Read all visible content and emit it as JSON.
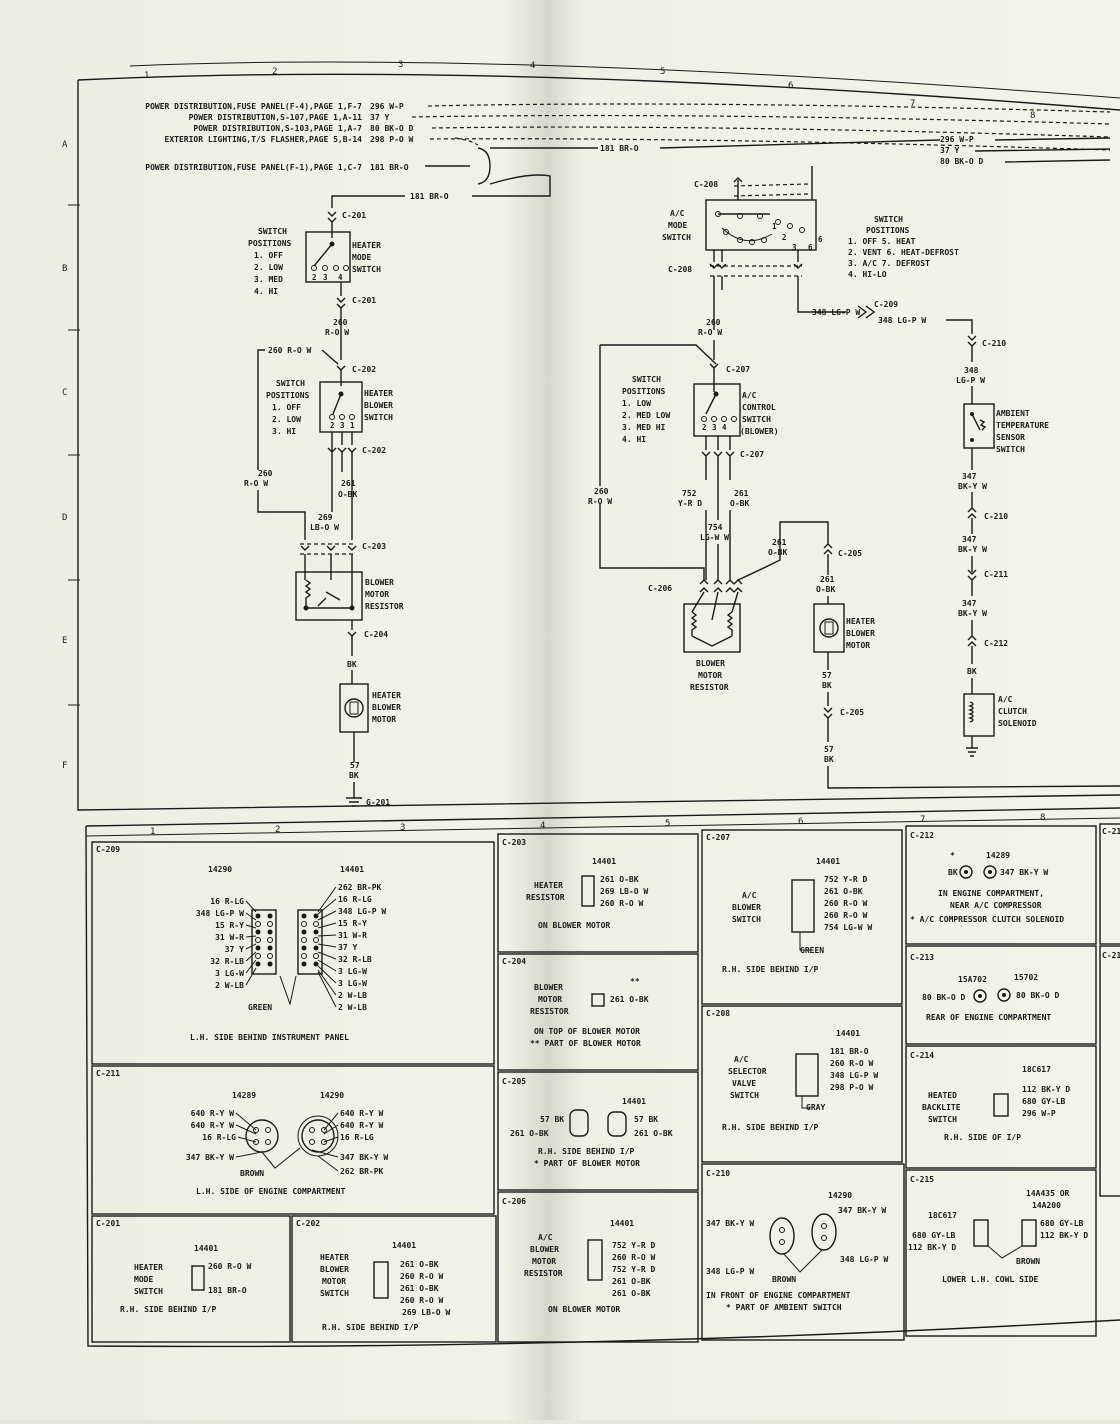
{
  "zone_numbers_top": [
    "1",
    "2",
    "3",
    "4",
    "5",
    "6",
    "7",
    "8"
  ],
  "zone_numbers_bottom": [
    "1",
    "2",
    "3",
    "4",
    "5",
    "6",
    "7",
    "8"
  ],
  "zone_letters": [
    "A",
    "B",
    "C",
    "D",
    "E",
    "F"
  ],
  "feeds": [
    {
      "label": "POWER DISTRIBUTION,FUSE PANEL(F-4),PAGE 1,F-7",
      "wire": "296 W-P"
    },
    {
      "label": "POWER DISTRIBUTION,S-107,PAGE 1,A-11",
      "wire": "37 Y"
    },
    {
      "label": "POWER DISTRIBUTION,S-103,PAGE 1,A-7",
      "wire": "80 BK-O D"
    },
    {
      "label": "EXTERIOR LIGHTING,T/S FLASHER,PAGE 5,B-14",
      "wire": "298 P-O W"
    },
    {
      "label": "POWER DISTRIBUTION,FUSE PANEL(F-1),PAGE 1,C-7",
      "wire": "181 BR-O"
    }
  ],
  "right_feeds": [
    "296 W-P",
    "37 Y",
    "80 BK-O D"
  ],
  "wires": {
    "w181a": "181 BR-O",
    "w181b": "181 BR-O",
    "w260_num": "260",
    "w260_col": "R-O W",
    "w260_side": "260 R-O W",
    "w260_left_num": "260",
    "w260_left_col": "R-O W",
    "w261_num": "261",
    "w261_col": "O-BK",
    "w269_num": "269",
    "w269_col": "LB-O W",
    "bk": "BK",
    "w57_num": "57",
    "w57_col": "BK",
    "m260_num": "260",
    "m260_col": "R-O W",
    "m260_left_num": "260",
    "m260_left_col": "R-O W",
    "m752_num": "752",
    "m752_col": "Y-R D",
    "m261_num": "261",
    "m261_col": "O-BK",
    "m754_num": "754",
    "m754_col": "LG-W W",
    "m261b_num": "261",
    "m261b_col": "O-BK",
    "m261c_num": "261",
    "m261c_col": "O-BK",
    "m57_num": "57",
    "m57_col": "BK",
    "m57b_num": "57",
    "m57b_col": "BK",
    "w348a": "348 LG-P W",
    "w348b": "348 LG-P W",
    "r348_num": "348",
    "r348_col": "LG-P W",
    "r347a_num": "347",
    "r347a_col": "BK-Y W",
    "r347b_num": "347",
    "r347b_col": "BK-Y W",
    "r347c_num": "347",
    "r347c_col": "BK-Y W",
    "r_bk": "BK"
  },
  "connectors": {
    "c201a": "C-201",
    "c201b": "C-201",
    "c202a": "C-202",
    "c202b": "C-202",
    "c203": "C-203",
    "c204": "C-204",
    "g201": "G-201",
    "c208a": "C-208",
    "c208b": "C-208",
    "c207a": "C-207",
    "c207b": "C-207",
    "c206": "C-206",
    "c205a": "C-205",
    "c205b": "C-205",
    "c209": "C-209",
    "c210a": "C-210",
    "c210b": "C-210",
    "c211": "C-211",
    "c212": "C-212"
  },
  "components": {
    "heater_mode_switch": [
      "HEATER",
      "MODE",
      "SWITCH"
    ],
    "heater_blower_switch": [
      "HEATER",
      "BLOWER",
      "SWITCH"
    ],
    "blower_motor_resistor_left": [
      "BLOWER",
      "MOTOR",
      "RESISTOR"
    ],
    "heater_blower_motor_left": [
      "HEATER",
      "BLOWER",
      "MOTOR"
    ],
    "ac_mode_switch": [
      "A/C",
      "MODE",
      "SWITCH"
    ],
    "ac_control_switch": [
      "A/C",
      "CONTROL",
      "SWITCH",
      "(BLOWER)"
    ],
    "blower_motor_resistor_mid": [
      "BLOWER",
      "MOTOR",
      "RESISTOR"
    ],
    "heater_blower_motor_mid": [
      "HEATER",
      "BLOWER",
      "MOTOR"
    ],
    "ambient_switch": [
      "AMBIENT",
      "TEMPERATURE",
      "SENSOR",
      "SWITCH"
    ],
    "ac_clutch": [
      "A/C",
      "CLUTCH",
      "SOLENOID"
    ]
  },
  "positions": {
    "heater_mode": [
      "SWITCH",
      "POSITIONS",
      "1. OFF",
      "2. LOW",
      "3. MED",
      "4. HI"
    ],
    "heater_blower": [
      "SWITCH",
      "POSITIONS",
      "1. OFF",
      "2. LOW",
      "3. HI"
    ],
    "ac_mode": [
      "SWITCH",
      "POSITIONS",
      "1. OFF   5. HEAT",
      "2. VENT  6. HEAT-DEFROST",
      "3. A/C   7. DEFROST",
      "4. HI-LO"
    ],
    "ac_control": [
      "SWITCH",
      "POSITIONS",
      "1. LOW",
      "2. MED LOW",
      "3. MED HI",
      "4. HI"
    ]
  },
  "panels": {
    "c209": {
      "title": "C-209",
      "left_part": "14290",
      "right_part": "14401",
      "left_wires": [
        "16 R-LG",
        "348 LG-P W",
        "15 R-Y",
        "31 W-R",
        "37 Y",
        "32 R-LB",
        "3 LG-W",
        "2 W-LB"
      ],
      "right_wires": [
        "262 BR-PK",
        "16 R-LG",
        "348 LG-P W",
        "15 R-Y",
        "31 W-R",
        "37 Y",
        "32 R-LB",
        "3 LG-W",
        "3 LG-W",
        "2 W-LB",
        "2 W-LB"
      ],
      "tag": "GREEN",
      "location": "L.H. SIDE BEHIND INSTRUMENT PANEL"
    },
    "c203": {
      "title": "C-203",
      "part": "14401",
      "name": [
        "HEATER",
        "RESISTOR"
      ],
      "wires": [
        "261 O-BK",
        "269 LB-O W",
        "260 R-O W"
      ],
      "location": "ON BLOWER MOTOR"
    },
    "c204": {
      "title": "C-204",
      "mark": "**",
      "name": [
        "BLOWER",
        "MOTOR",
        "RESISTOR"
      ],
      "wires": [
        "261 O-BK"
      ],
      "location": "ON TOP OF BLOWER MOTOR",
      "note": "** PART OF BLOWER MOTOR"
    },
    "c205": {
      "title": "C-205",
      "part": "14401",
      "left_wires": [
        "57 BK",
        "261 O-BK"
      ],
      "right_wires": [
        "57 BK",
        "261 O-BK"
      ],
      "location": "R.H. SIDE BEHIND I/P",
      "note": "* PART OF BLOWER MOTOR"
    },
    "c206": {
      "title": "C-206",
      "part": "14401",
      "name": [
        "A/C",
        "BLOWER",
        "MOTOR",
        "RESISTOR"
      ],
      "wires": [
        "752 Y-R D",
        "260 R-O W",
        "752 Y-R D",
        "261 O-BK",
        "261 O-BK"
      ],
      "location": "ON BLOWER MOTOR"
    },
    "c207": {
      "title": "C-207",
      "part": "14401",
      "name": [
        "A/C",
        "BLOWER",
        "SWITCH"
      ],
      "wires": [
        "752 Y-R D",
        "261 O-BK",
        "260 R-O W",
        "260 R-O W",
        "754 LG-W W"
      ],
      "tag": "GREEN",
      "location": "R.H. SIDE BEHIND I/P"
    },
    "c208": {
      "title": "C-208",
      "part": "14401",
      "name": [
        "A/C",
        "SELECTOR",
        "VALVE",
        "SWITCH"
      ],
      "wires": [
        "181 BR-O",
        "260 R-O W",
        "348 LG-P W",
        "298 P-O W"
      ],
      "tag": "GRAY",
      "location": "R.H. SIDE BEHIND I/P"
    },
    "c210": {
      "title": "C-210",
      "part": "14290",
      "left_wires": [
        "347 BK-Y W",
        "348 LG-P W"
      ],
      "right_wires": [
        "347 BK-Y W",
        "348 LG-P W"
      ],
      "tag": "BROWN",
      "location": "IN FRONT OF ENGINE COMPARTMENT",
      "note": "* PART OF AMBIENT SWITCH"
    },
    "c211": {
      "title": "C-211",
      "left_part": "14289",
      "right_part": "14290",
      "left_wires": [
        "640 R-Y W",
        "640 R-Y W",
        "16 R-LG",
        "347 BK-Y W"
      ],
      "right_wires": [
        "640 R-Y W",
        "640 R-Y W",
        "16 R-LG",
        "347 BK-Y W",
        "262 BR-PK"
      ],
      "tag": "BROWN",
      "location": "L.H. SIDE OF ENGINE COMPARTMENT"
    },
    "c201": {
      "title": "C-201",
      "part": "14401",
      "name": [
        "HEATER",
        "MODE",
        "SWITCH"
      ],
      "wires": [
        "260 R-O W",
        "181 BR-O"
      ],
      "location": "R.H. SIDE BEHIND I/P"
    },
    "c202": {
      "title": "C-202",
      "part": "14401",
      "name": [
        "HEATER",
        "BLOWER",
        "MOTOR",
        "SWITCH"
      ],
      "wires": [
        "261 O-BK",
        "260 R-O W",
        "261 O-BK",
        "260 R-O W",
        "269 LB-O W"
      ],
      "location": "R.H. SIDE BEHIND I/P"
    },
    "c212": {
      "title": "C-212",
      "mark": "*",
      "part": "14289",
      "wire": "347 BK-Y W",
      "location": [
        "IN ENGINE COMPARTMENT,",
        "NEAR A/C COMPRESSOR"
      ],
      "note": "* A/C COMPRESSOR CLUTCH SOLENOID"
    },
    "c213": {
      "title": "C-213",
      "left_part": "15A702",
      "right_part": "15702",
      "left_wire": "80 BK-O D",
      "right_wire": "80 BK-O D",
      "location": "REAR OF ENGINE COMPARTMENT"
    },
    "c214": {
      "title": "C-214",
      "part": "18C617",
      "name": [
        "HEATED",
        "BACKLITE",
        "SWITCH"
      ],
      "wires": [
        "112 BK-Y D",
        "680 GY-LB",
        "296 W-P"
      ],
      "location": "R.H. SIDE OF I/P"
    },
    "c215": {
      "title": "C-215",
      "left_part": "18C617",
      "right_part": "14A435 OR",
      "right_part2": "14A200",
      "left_wires": [
        "680 GY-LB",
        "112 BK-Y D"
      ],
      "right_wires": [
        "680 GY-LB",
        "112 BK-Y D"
      ],
      "tag": "BROWN",
      "location": "LOWER L.H. COWL SIDE"
    },
    "edge": {
      "t1": "C-21",
      "t2": "C-21"
    }
  }
}
